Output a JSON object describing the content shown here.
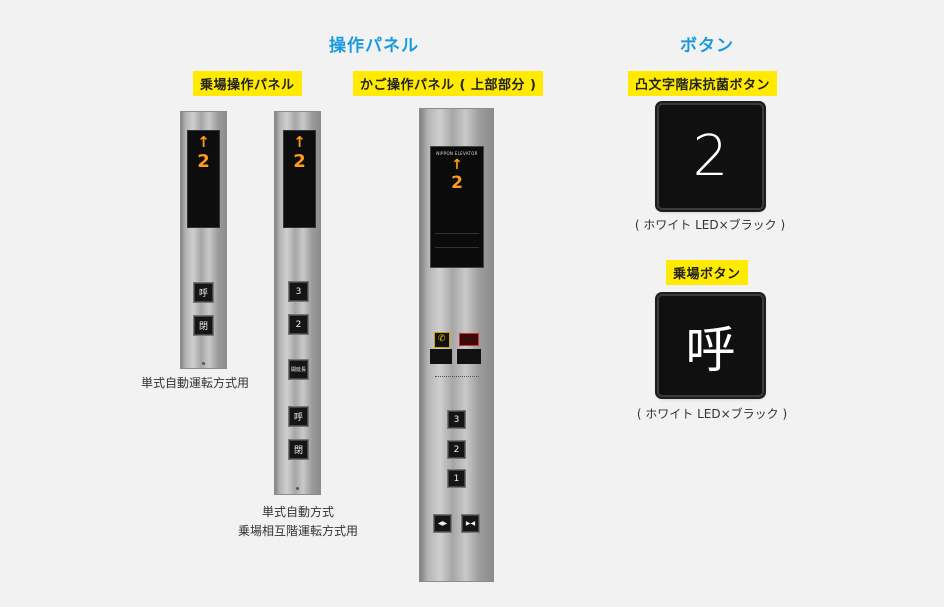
{
  "titles": {
    "operation_panel": "操作パネル",
    "button": "ボタン"
  },
  "labels": {
    "hall_panel": "乗場操作パネル",
    "car_panel": "かご操作パネル ( 上部部分 )",
    "braille_button": "凸文字階床抗菌ボタン",
    "hall_button": "乗場ボタン"
  },
  "captions": {
    "single_auto": "単式自動運転方式用",
    "single_mutual_line1": "単式自動方式",
    "single_mutual_line2": "乗場相互階運転方式用",
    "braille_color": "( ホワイト LED×ブラック )",
    "hall_color": "( ホワイト LED×ブラック )"
  },
  "indicators": {
    "arrow": "↑",
    "floor": "2",
    "brand": "NIPPON ELEVATOR"
  },
  "panel1_buttons": [
    "呼",
    "閉"
  ],
  "panel2_buttons": [
    "3",
    "2",
    "開延長",
    "呼",
    "閉"
  ],
  "car_buttons": [
    "3",
    "2",
    "1"
  ],
  "car_door_buttons": {
    "open": "◀▶",
    "close": "▶◀"
  },
  "big_buttons": {
    "floor": "2",
    "call": "呼"
  },
  "colors": {
    "accent": "#1a9be0",
    "label_bg": "#ffea00",
    "indicator_text": "#ff9b1a"
  }
}
